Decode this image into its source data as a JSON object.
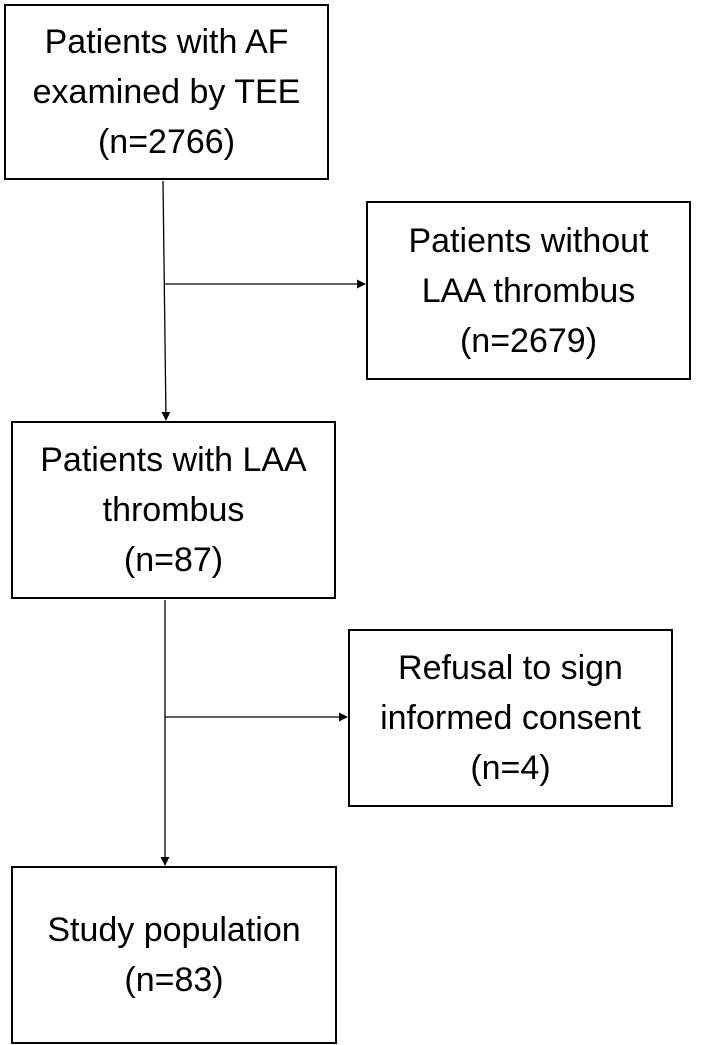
{
  "boxes": {
    "af_tee": {
      "lines": [
        "Patients with AF",
        "examined by TEE",
        "(n=2766)"
      ]
    },
    "without_thrombus": {
      "lines": [
        "Patients without",
        "LAA thrombus",
        "(n=2679)"
      ]
    },
    "with_thrombus": {
      "lines": [
        "Patients with LAA",
        "thrombus",
        "(n=87)"
      ]
    },
    "refusal": {
      "lines": [
        "Refusal to sign",
        "informed consent",
        "(n=4)"
      ]
    },
    "study": {
      "lines": [
        "Study population",
        "(n=83)"
      ]
    }
  },
  "colors": {
    "line": "#000000",
    "box_border": "#000000",
    "background": "#ffffff"
  }
}
